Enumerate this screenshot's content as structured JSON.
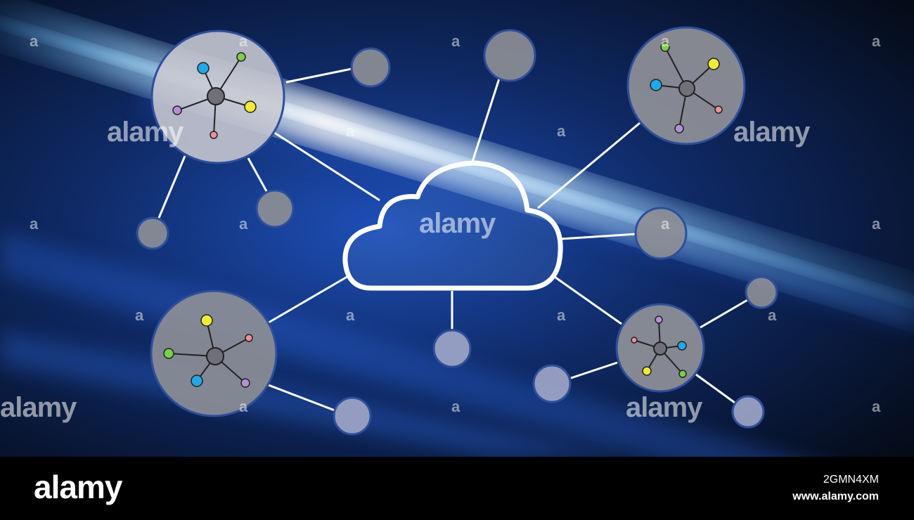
{
  "watermark": {
    "text": "alamy",
    "mark": "a"
  },
  "footer": {
    "logo": "alamy",
    "image_id": "2GMN4XM",
    "url": "www.alamy.com"
  },
  "colors": {
    "background_dark": "#0a1426",
    "background_blue": "#1b3f9e",
    "node_fill": "#8c8e96",
    "node_border": "#2f4e9a",
    "connector": "#ffffff",
    "hub_gray": "#6f7078",
    "dot_blue": "#22a8e6",
    "dot_yellow": "#f0ea3a",
    "dot_green": "#7ccf4a",
    "dot_purple": "#b590d8",
    "dot_pink": "#ee8f9a"
  },
  "icons": [
    "cloud-icon",
    "network-hub-icon"
  ]
}
